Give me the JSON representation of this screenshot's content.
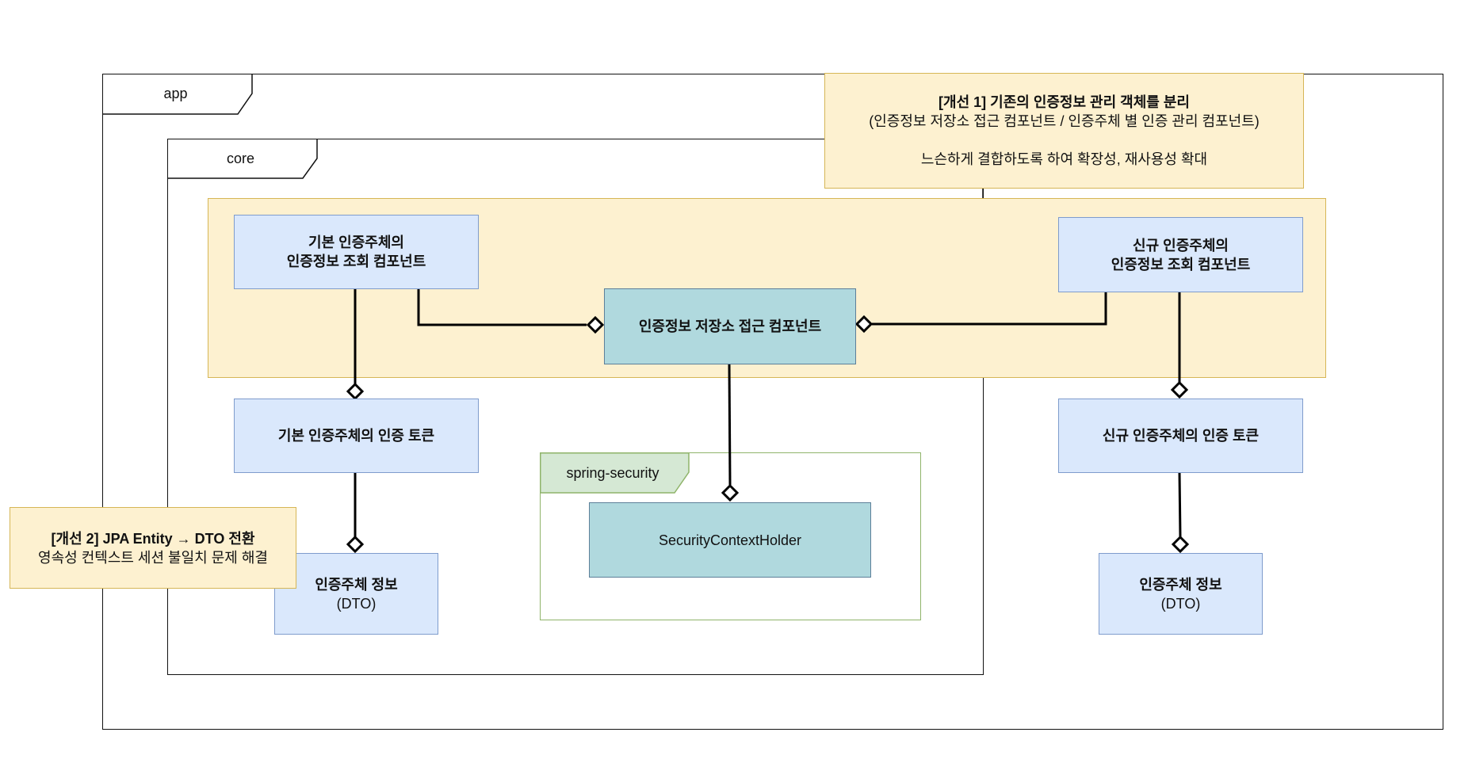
{
  "packages": {
    "app": {
      "label": "app"
    },
    "core": {
      "label": "core"
    },
    "spring_security": {
      "label": "spring-security"
    }
  },
  "notes": {
    "improvement1": {
      "title": "[개선 1] 기존의 인증정보 관리 객체를 분리",
      "line2": "(인증정보 저장소 접근 컴포넌트 / 인증주체 별 인증 관리 컴포넌트)",
      "line3": "느슨하게 결합하도록 하여 확장성, 재사용성 확대"
    },
    "improvement2": {
      "title": "[개선 2] JPA Entity → DTO 전환",
      "line2": "영속성 컨텍스트 세션 불일치 문제 해결"
    }
  },
  "components": {
    "default_lookup": {
      "line1": "기본 인증주체의",
      "line2": "인증정보 조회 컴포넌트"
    },
    "new_lookup": {
      "line1": "신규 인증주체의",
      "line2": "인증정보 조회 컴포넌트"
    },
    "storage_access": {
      "label": "인증정보 저장소 접근 컴포넌트"
    },
    "default_token": {
      "label": "기본 인증주체의 인증 토큰"
    },
    "new_token": {
      "label": "신규 인증주체의 인증 토큰"
    },
    "default_dto": {
      "line1": "인증주체 정보",
      "line2": "(DTO)"
    },
    "new_dto": {
      "line1": "인증주체 정보",
      "line2": "(DTO)"
    },
    "security_context_holder": {
      "label": "SecurityContextHolder"
    }
  },
  "colors": {
    "note_fill": "#fdf1d0",
    "note_stroke": "#d6b656",
    "component_fill": "#dae8fc",
    "component_stroke": "#7f9ccc",
    "core_component_fill": "#b0d9de",
    "package_green_fill": "#d5e8d4",
    "package_green_stroke": "#8fb46a"
  },
  "connections": [
    {
      "from": "default_lookup",
      "to": "storage_access",
      "type": "aggregation"
    },
    {
      "from": "new_lookup",
      "to": "storage_access",
      "type": "aggregation"
    },
    {
      "from": "default_lookup",
      "to": "default_token",
      "type": "aggregation"
    },
    {
      "from": "new_lookup",
      "to": "new_token",
      "type": "aggregation"
    },
    {
      "from": "default_token",
      "to": "default_dto",
      "type": "aggregation"
    },
    {
      "from": "new_token",
      "to": "new_dto",
      "type": "aggregation"
    },
    {
      "from": "storage_access",
      "to": "security_context_holder",
      "type": "aggregation"
    }
  ]
}
